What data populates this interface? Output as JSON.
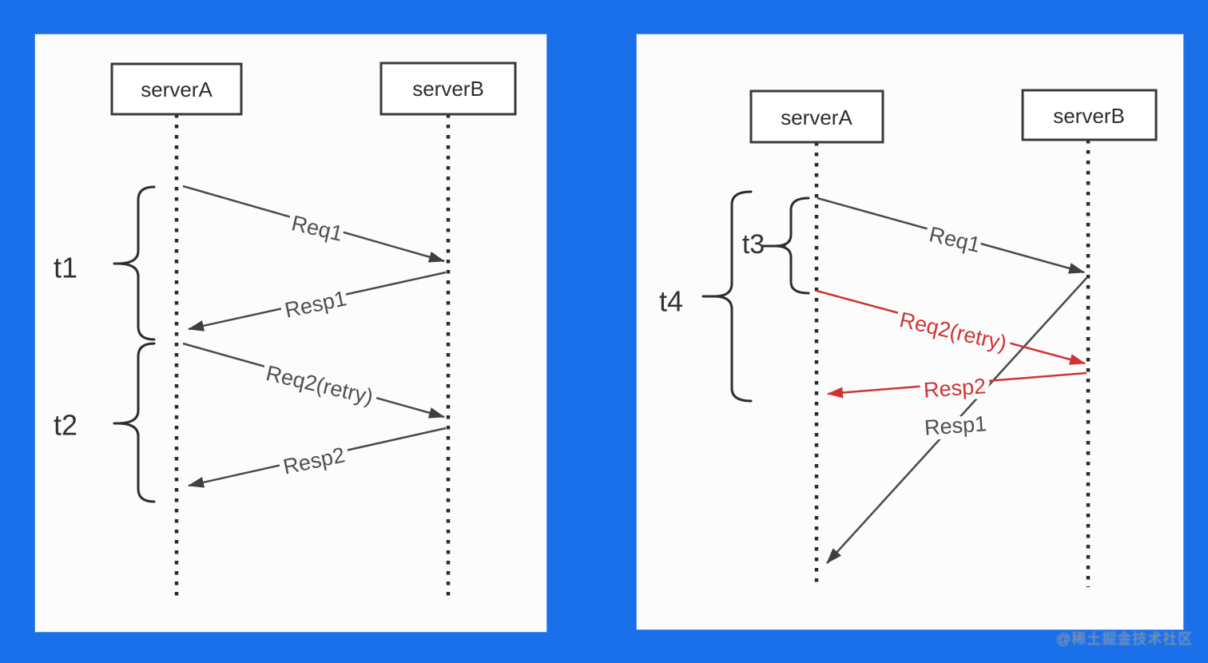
{
  "watermark": "@稀土掘金技术社区",
  "colors": {
    "background": "#1a70e8",
    "panel": "#fcfcfd",
    "line_dark": "#4a4a4a",
    "line_red": "#ce3434"
  },
  "left_diagram": {
    "actor_a": "serverA",
    "actor_b": "serverB",
    "bracket_t1": "t1",
    "bracket_t2": "t2",
    "msg_req1": "Req1",
    "msg_resp1": "Resp1",
    "msg_req2": "Req2(retry)",
    "msg_resp2": "Resp2"
  },
  "right_diagram": {
    "actor_a": "serverA",
    "actor_b": "serverB",
    "bracket_t3": "t3",
    "bracket_t4": "t4",
    "msg_req1": "Req1",
    "msg_req2": "Req2(retry)",
    "msg_resp2": "Resp2",
    "msg_resp1": "Resp1"
  }
}
